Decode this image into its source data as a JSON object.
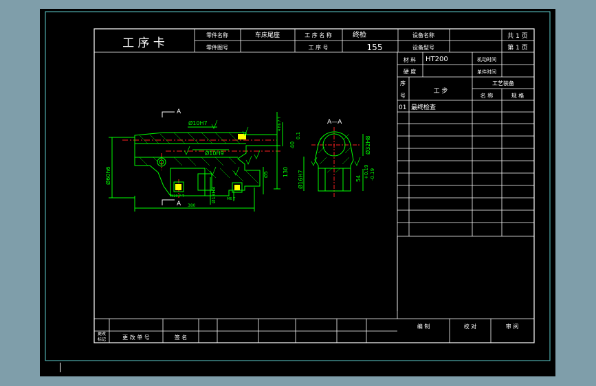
{
  "title_block": {
    "card_title": "工 序 卡",
    "part_name_label": "零件名称",
    "part_name_value": "车床尾座",
    "part_number_label": "零件图号",
    "process_name_label": "工 序 名 称",
    "process_name_value": "终检",
    "process_number_label": "工 序 号",
    "process_number_value": "155",
    "equipment_name_label": "设备名称",
    "equipment_number_label": "设备型号",
    "total_pages": "共 1 页",
    "page_number": "第 1 页"
  },
  "material_table": {
    "material_label": "材 料",
    "material_value": "HT200",
    "hardness_label": "硬 度",
    "machine_time_label": "机动时间",
    "unit_time_label": "单件时间"
  },
  "steps_table": {
    "seq_label_top": "序",
    "seq_label_bottom": "号",
    "step_label": "工 步",
    "equipment_label": "工艺装备",
    "name_label": "名 称",
    "spec_label": "规 格",
    "rows": [
      {
        "seq": "01",
        "step": "最终检查"
      }
    ]
  },
  "footer": {
    "change_mark_top": "更改",
    "change_mark_bottom": "标记",
    "change_doc_label": "更 改 单 号",
    "signature_label": "签 名",
    "compile_label": "编 制",
    "check_label": "校 对",
    "review_label": "审 阅"
  },
  "drawing_labels": {
    "section_arrow_top": "A",
    "section_arrow_bottom": "A",
    "section_title": "A—A",
    "dim_bore_h7": "Ø10H7",
    "dim_bore_h9": "Ø10H9",
    "dim_dia_h6": "Ø60h6",
    "dim_depth_130": "130",
    "dim_length_380": "380",
    "dim_dia_5": "Ø5",
    "dim_dia_18": "Ø18H8",
    "dim_tol_4": "4 H6 7 T",
    "dim_offset_40": "40",
    "dim_tol_01": "0.1",
    "dim_dia_32": "Ø32H8",
    "dim_dia_16": "Ø16H7",
    "dim_54": "54",
    "dim_tol_019a": "+0.19",
    "dim_tol_019b": "-0.19",
    "dim_note_small_a": "M20 P T",
    "dim_note_small_b": "M6 T"
  },
  "colors": {
    "frame": "#ffffff",
    "outline": "#00ff00",
    "centerline": "#ff2020",
    "text": "#ffffff",
    "hatch": "#00ff00",
    "highlight": "#ffff00",
    "page_border": "#5fd0d0"
  }
}
